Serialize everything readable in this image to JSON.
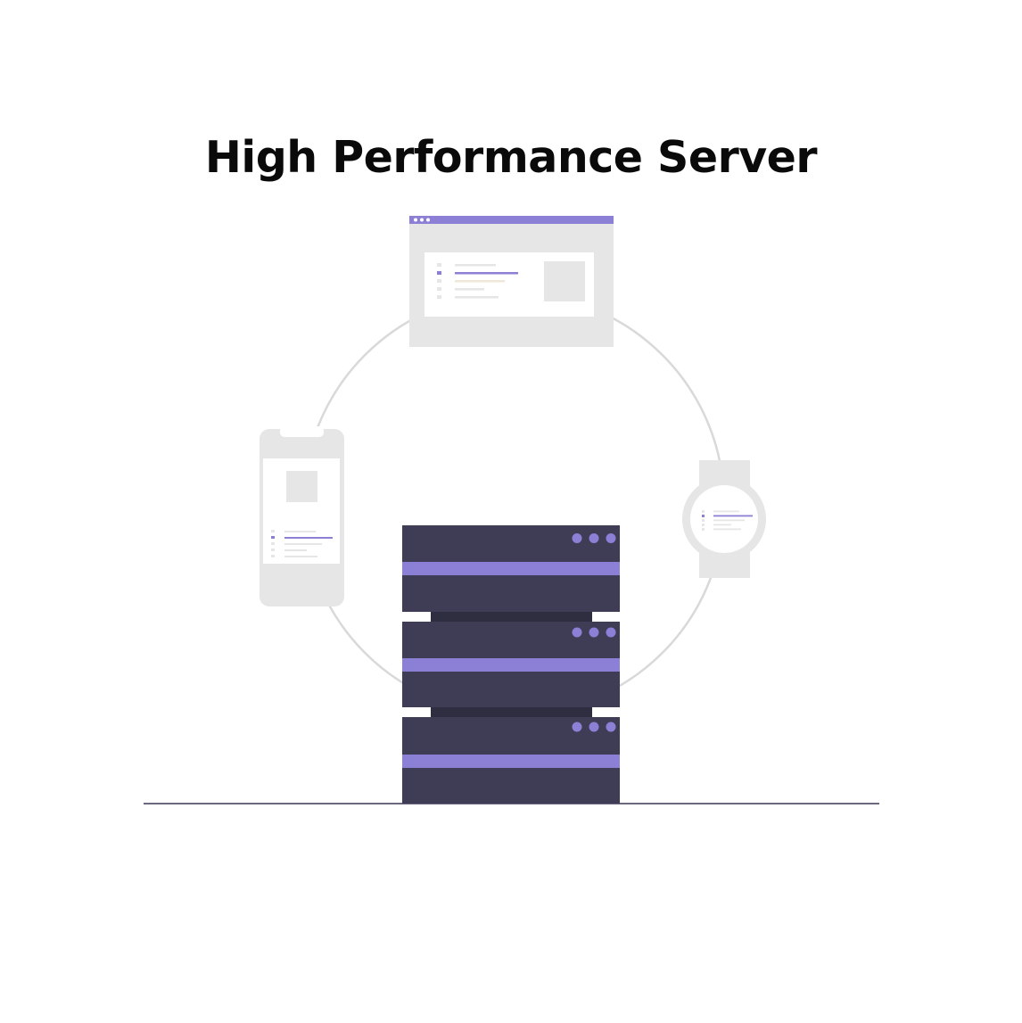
{
  "page": {
    "title": "High Performance Server"
  },
  "illustration": {
    "subject": "server-stack-with-connected-devices",
    "colors": {
      "accent": "#8b80d6",
      "server_body": "#3f3d56",
      "server_gap": "#2f2e41",
      "device_fill": "#e6e6e6",
      "screen_fill": "#ffffff",
      "ring_stroke": "#d9d9d9",
      "ground_line": "#6b6880"
    },
    "server_units": 3,
    "lights_per_unit": 3,
    "devices": [
      "browser-window",
      "smartphone",
      "smartwatch"
    ]
  }
}
